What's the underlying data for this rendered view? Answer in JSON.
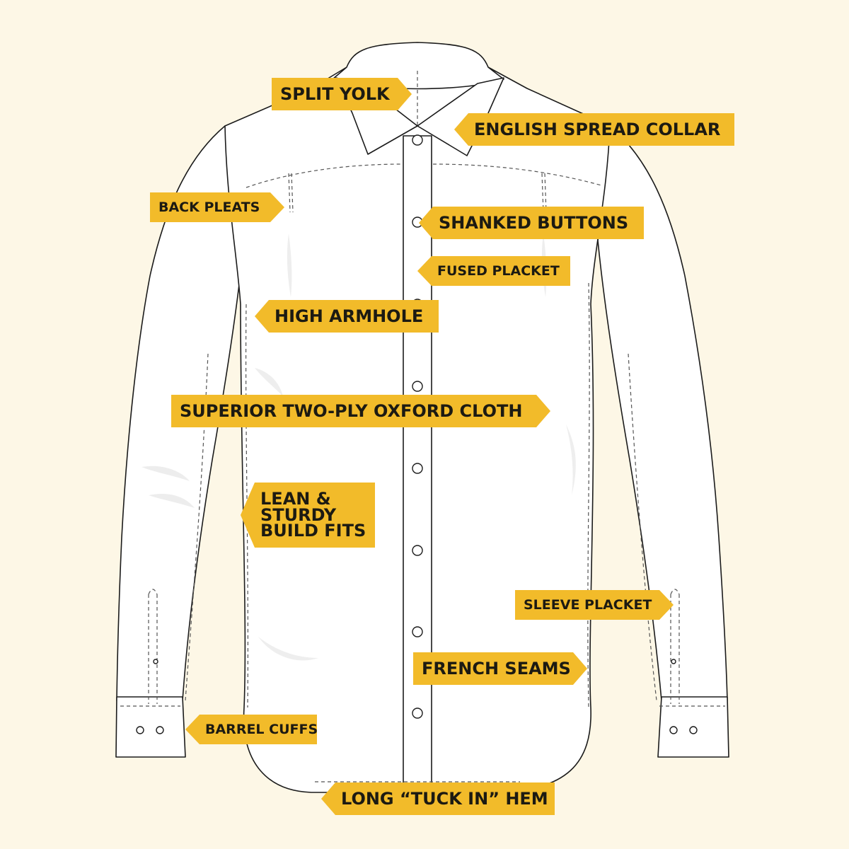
{
  "colors": {
    "background": "#fdf7e6",
    "label_fill": "#f2bb2a",
    "label_text": "#1c1a12",
    "shirt_fill": "#ffffff",
    "shirt_outline": "#1b1b1b"
  },
  "labels": {
    "split_yolk": "SPLIT YOLK",
    "english_spread_collar": "ENGLISH SPREAD COLLAR",
    "back_pleats": "BACK PLEATS",
    "shanked_buttons": "SHANKED BUTTONS",
    "fused_placket": "FUSED PLACKET",
    "high_armhole": "HIGH ARMHOLE",
    "superior_two_ply": "SUPERIOR TWO-PLY OXFORD CLOTH",
    "lean_sturdy_build": "LEAN & STURDY BUILD FITS",
    "sleeve_placket": "SLEEVE PLACKET",
    "french_seams": "FRENCH SEAMS",
    "barrel_cuffs": "BARREL CUFFS",
    "long_tuck_in_hem": "LONG “TUCK IN” HEM"
  }
}
